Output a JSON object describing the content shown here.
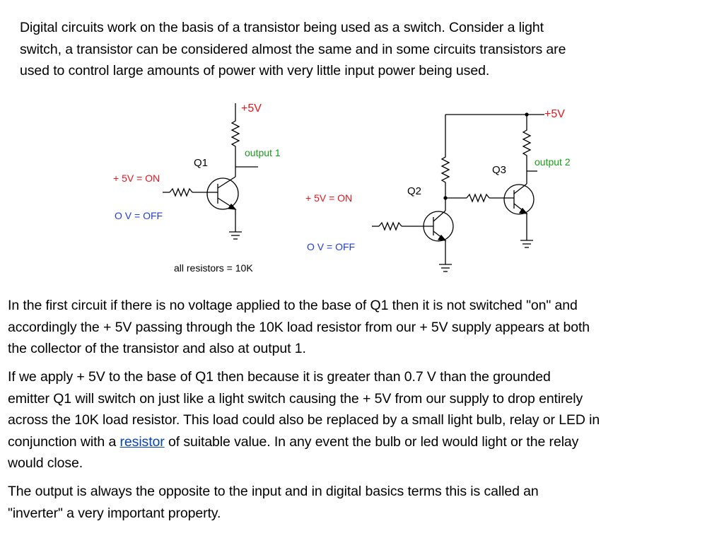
{
  "intro": {
    "lines": [
      "Digital circuits work on the basis of a transistor being used as a switch. Consider a light",
      "switch, a transistor can be considered almost the same and in some circuits transistors are",
      "used to control large amounts of power with very little input power being used."
    ]
  },
  "diagram": {
    "circuit1": {
      "supply": "+5V",
      "transistor": "Q1",
      "output": "output 1",
      "on_label": "+ 5V = ON",
      "off_label": "O V = OFF",
      "note": "all resistors = 10K"
    },
    "circuit2": {
      "supply": "+5V",
      "transistor_a": "Q2",
      "transistor_b": "Q3",
      "output": "output 2",
      "on_label": "+ 5V = ON",
      "off_label": "O V = OFF"
    },
    "colors": {
      "red": "#e8141c",
      "blue": "#1f3fd0",
      "green": "#1a9a1a",
      "wire": "#000000"
    }
  },
  "para1": {
    "lines": [
      "In the first circuit if there is no voltage applied to the base of Q1 then it is not switched \"on\" and",
      "accordingly the + 5V passing through the 10K load resistor from our + 5V supply appears at both",
      "the collector of the transistor and also at output 1."
    ]
  },
  "para2": {
    "lines": [
      "If we apply + 5V to the base of Q1 then because it is greater than 0.7 V than the grounded",
      "emitter Q1 will switch on just like a light switch causing the + 5V from our supply to drop entirely",
      "across the 10K load resistor. This load could also be replaced by a small light bulb, relay or LED in"
    ],
    "line4_before": "conjunction with a ",
    "link_text": "resistor",
    "line4_after": " of suitable value. In any event the bulb or led would light or the relay",
    "line5": "would close."
  },
  "para3": {
    "lines": [
      "The output is always the opposite to the input and in digital basics terms this is called an",
      "\"inverter\" a very important property."
    ]
  }
}
